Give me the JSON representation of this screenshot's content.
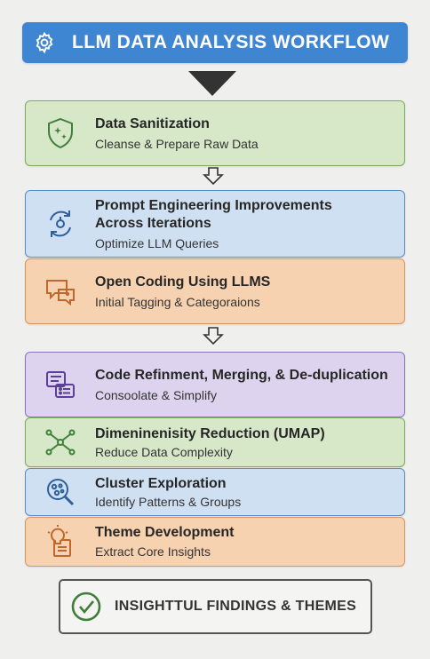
{
  "header": {
    "title": "LLM DATA ANALYSIS WORKFLOW",
    "icon": "gear-icon"
  },
  "colors": {
    "header": "#3f86d2",
    "green": "#d7e8c9",
    "blue": "#cfe0f2",
    "orange": "#f7d2b1",
    "purple": "#ddd3ee"
  },
  "steps": [
    {
      "title": "Data Sanitization",
      "subtitle": "Cleanse & Prepare Raw Data",
      "icon": "shield-sparkle-icon",
      "color": "green"
    },
    {
      "title": "Prompt Engineering Improvements Across Iterations",
      "subtitle": "Optimize LLM Queries",
      "icon": "refresh-cycle-icon",
      "color": "blue"
    },
    {
      "title": "Open Coding Using LLMS",
      "subtitle": "Initial Tagging & Categoraions",
      "icon": "chat-tag-icon",
      "color": "orange"
    },
    {
      "title": "Code Refinment, Merging, & De-duplication",
      "subtitle": "Consoolate & Simplify",
      "icon": "list-merge-icon",
      "color": "purple"
    },
    {
      "title": "Dimeninenisity Reduction (UMAP)",
      "subtitle": "Reduce Data Complexity",
      "icon": "network-nodes-icon",
      "color": "green"
    },
    {
      "title": "Cluster Exploration",
      "subtitle": "Identify Patterns & Groups",
      "icon": "magnifier-cluster-icon",
      "color": "blue"
    },
    {
      "title": "Theme Development",
      "subtitle": "Extract Core Insights",
      "icon": "lightbulb-document-icon",
      "color": "orange"
    }
  ],
  "final": {
    "label": "INSIGHTTUL FINDINGS & THEMES",
    "icon": "checkmark-circle-icon"
  }
}
